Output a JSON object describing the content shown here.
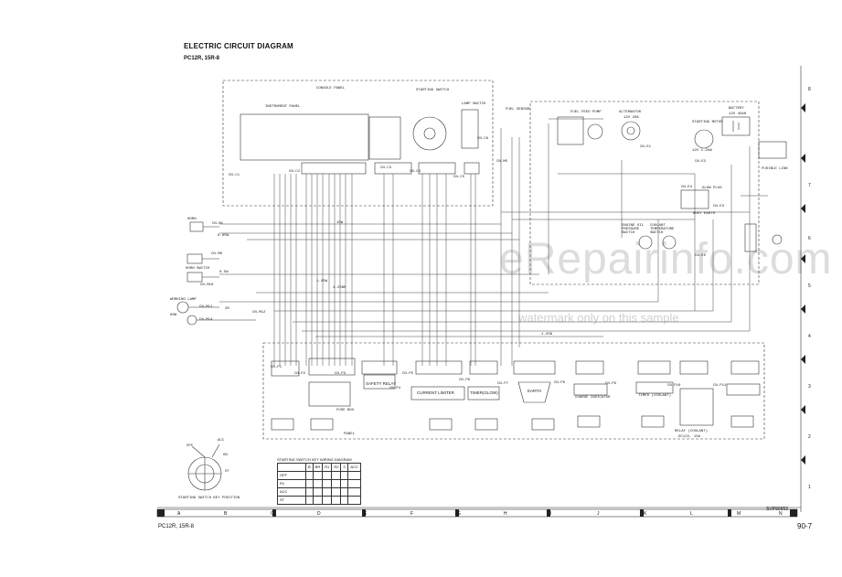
{
  "header": {
    "title": "ELECTRIC CIRCUIT DIAGRAM",
    "model": "PC12R, 15R-8"
  },
  "footer": {
    "model": "PC12R, 15R-8",
    "page": "90-7",
    "doc_no": "SVP90653"
  },
  "watermark": {
    "brand": "eRepairinfo.com",
    "note": "watermark only on this sample"
  },
  "grid": {
    "columns": [
      "A",
      "B",
      "C",
      "D",
      "E",
      "F",
      "G",
      "H",
      "I",
      "J",
      "K",
      "L",
      "M",
      "N"
    ],
    "rows": [
      "8",
      "7",
      "6",
      "5",
      "4",
      "3",
      "2",
      "1"
    ]
  },
  "components": {
    "console_panel": "CONSOLE PANEL",
    "instrument_panel": "INSTRUMENT PANEL",
    "starting_switch": "STARTING SWITCH",
    "lamp_switch": "LAMP SWITCH",
    "fuel_sensor": "FUEL SENSOR",
    "fuel_feed_pump": "FUEL FEED PUMP",
    "alternator": "ALTERNATOR",
    "starting_motor": "STARTING MOTOR",
    "battery": "BATTERY",
    "battery_spec": "12V 45AH",
    "fusible_link": "FUSIBLE LINK",
    "glow_plug": "GLOW PLUG",
    "body_earth": "BODY EARTH",
    "engine_oil_pressure": "ENGINE OIL PRESSURE SWITCH",
    "coolant_temp": "COOLANT TEMPERATURE SWITCH",
    "horn": "HORN",
    "horn_switch": "HORN SWITCH",
    "working_lamp": "WORKING LAMP",
    "lamp_spec": "60W",
    "safety_relay": "SAFETY RELAY",
    "current_limiter": "CURRENT LIMITER",
    "timer": "TIMER(GLOW)",
    "earth": "EARTH",
    "charge_indicator": "CHARGE INDICATOR",
    "timer_coolant": "TIMER (COOLANT)",
    "relay": "RELAY (COOLANT)",
    "relay_spec": "DC12V, 15A",
    "fuse_box": "FUSE BOX",
    "panel": "PANEL",
    "starting_switch_key": "STARTING SWITCH KEY POSITION",
    "alt_spec": "12V 20A",
    "motor_spec": "12V 1.2kW",
    "wire_085w": "0.85W",
    "wire_125w": "1.25W",
    "wire_05w": "0.5W",
    "wire_2r": "2R",
    "wire_125br": "1.25BR",
    "wire_125b": "1.25B",
    "wire_15": "15W"
  },
  "connectors": [
    "CN-C1",
    "CN-C2",
    "CN-C3",
    "CN-C4",
    "CN-C5",
    "CN-C6",
    "CN-M5",
    "CN-M1",
    "CN-M8",
    "CN-M10",
    "CN-M11",
    "CN-M12",
    "CN-M14",
    "CN-P1",
    "CN-P2",
    "CN-P3",
    "CN-P4",
    "CN-P5",
    "CN-P6",
    "CN-P7",
    "CN-P8",
    "CN-P9",
    "CN-P10",
    "CN-P11",
    "CN-E1",
    "CN-E2",
    "CN-E3",
    "CN-E4",
    "CN-E5"
  ],
  "key_positions": [
    "OFF",
    "ACC",
    "ON",
    "ST"
  ],
  "switch_table": {
    "title": "STARTING SWITCH KEY  WIRING DIAGRAM",
    "headers": [
      "",
      "B",
      "BR",
      "R1",
      "R2",
      "C",
      "ACC"
    ],
    "rows": [
      {
        "pos": "OFF"
      },
      {
        "pos": "R1"
      },
      {
        "pos": "ACC"
      },
      {
        "pos": "ST"
      }
    ]
  }
}
